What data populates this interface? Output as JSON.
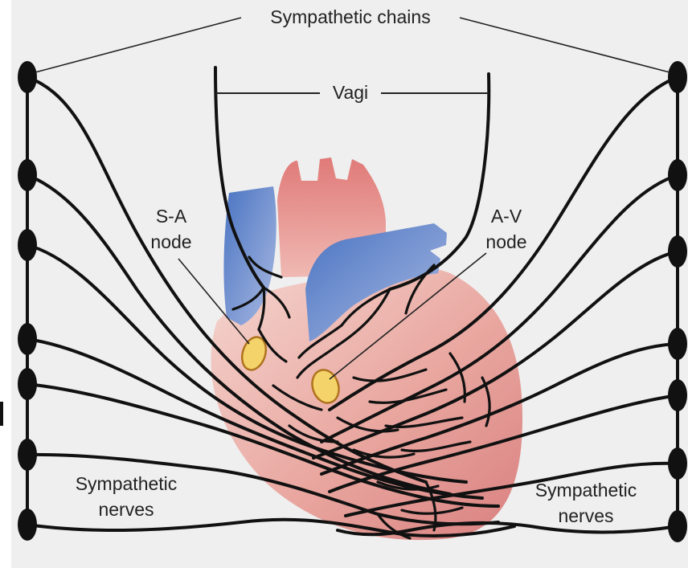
{
  "labels": {
    "sympathetic_chains": "Sympathetic chains",
    "vagi": "Vagi",
    "sa_node_line1": "S-A",
    "sa_node_line2": "node",
    "av_node_line1": "A-V",
    "av_node_line2": "node",
    "symp_nerves_left_line1": "Sympathetic",
    "symp_nerves_left_line2": "nerves",
    "symp_nerves_right_line1": "Sympathetic",
    "symp_nerves_right_line2": "nerves"
  },
  "colors": {
    "background": "#efefef",
    "heart_red": "#d98080",
    "heart_pink": "#f2c6c0",
    "vessel_blue": "#5b7fc4",
    "node_yellow": "#f3d36a",
    "nerve_black": "#111111"
  }
}
